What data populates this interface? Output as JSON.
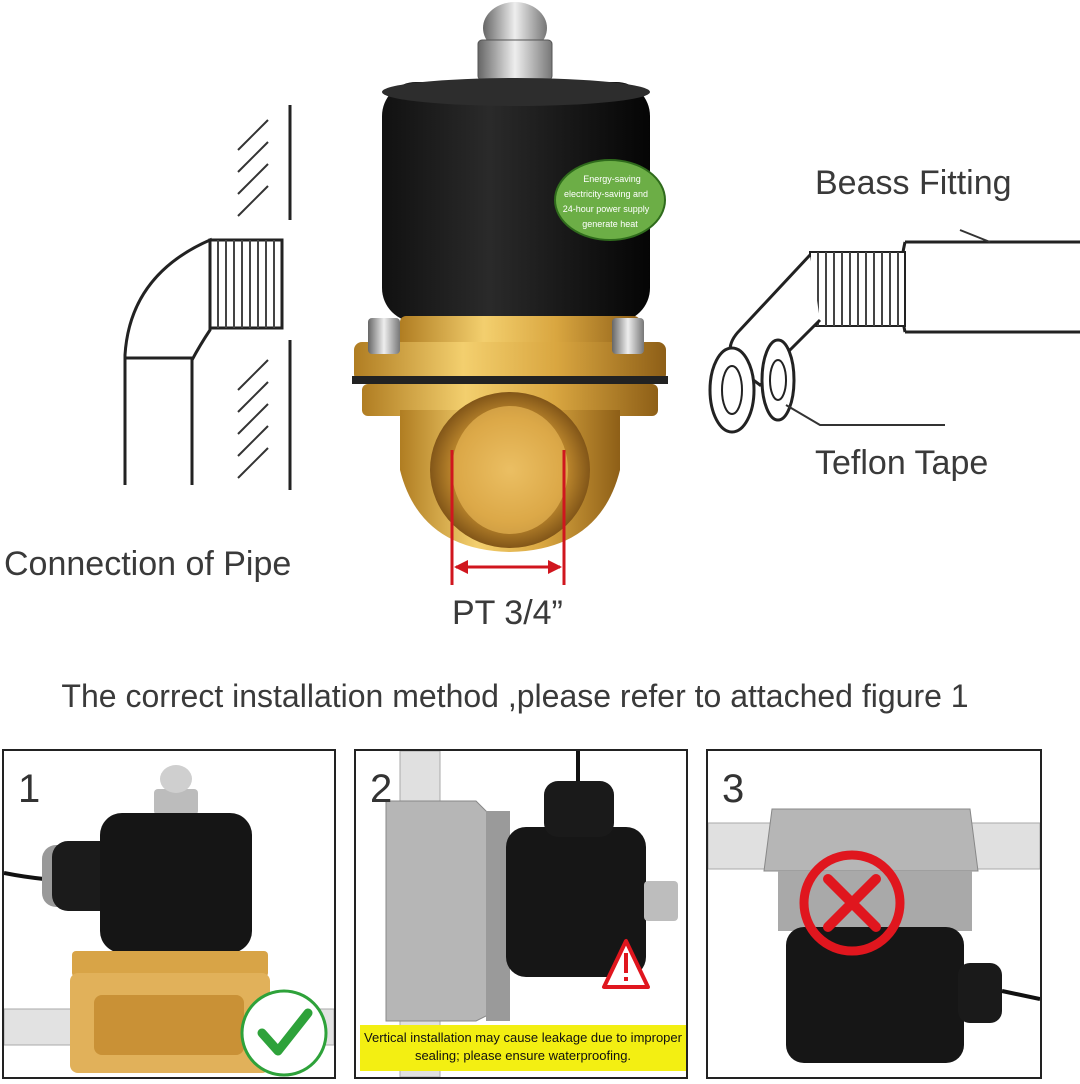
{
  "labels": {
    "fitting": "Beass Fitting",
    "tape": "Teflon Tape",
    "pipe": "Connection of Pipe",
    "size": "PT 3/4”"
  },
  "sticker": [
    "Energy-saving",
    "electricity-saving and",
    "24-hour power supply",
    "generate heat"
  ],
  "caption": "The correct installation method ,please refer to attached figure 1",
  "panels": [
    {
      "number": "1",
      "status": "correct"
    },
    {
      "number": "2",
      "status": "warning",
      "note": "Vertical installation may cause leakage due to improper sealing; please ensure waterproofing."
    },
    {
      "number": "3",
      "status": "incorrect"
    }
  ],
  "colors": {
    "dimension": "#d0161e",
    "check": "#2ea23a",
    "cross": "#e0161e",
    "warning_bg": "#f3ef12"
  }
}
